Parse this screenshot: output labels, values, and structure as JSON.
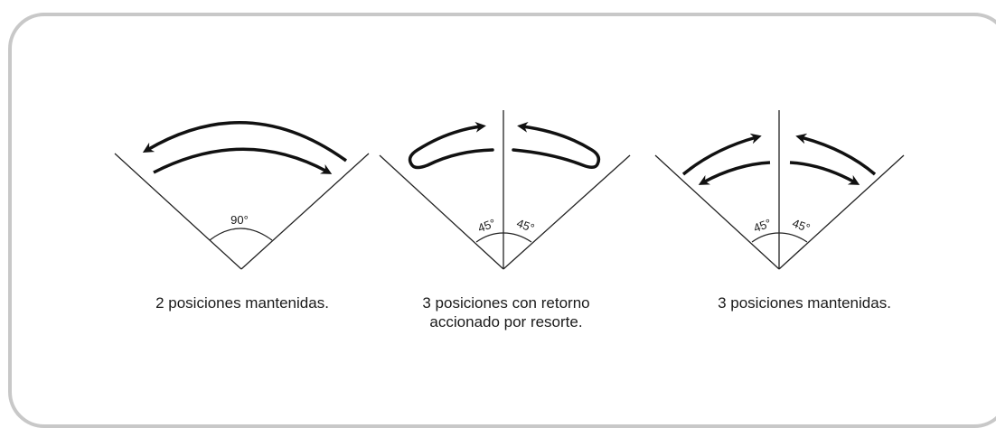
{
  "diagrams": [
    {
      "caption": "2 posiciones mantenidas.",
      "angle_label": "90°"
    },
    {
      "caption": "3 posiciones con retorno\naccionado por resorte.",
      "angle_left": "45°",
      "angle_right": "45°"
    },
    {
      "caption": "3 posiciones mantenidas.",
      "angle_left": "45°",
      "angle_right": "45°"
    }
  ]
}
